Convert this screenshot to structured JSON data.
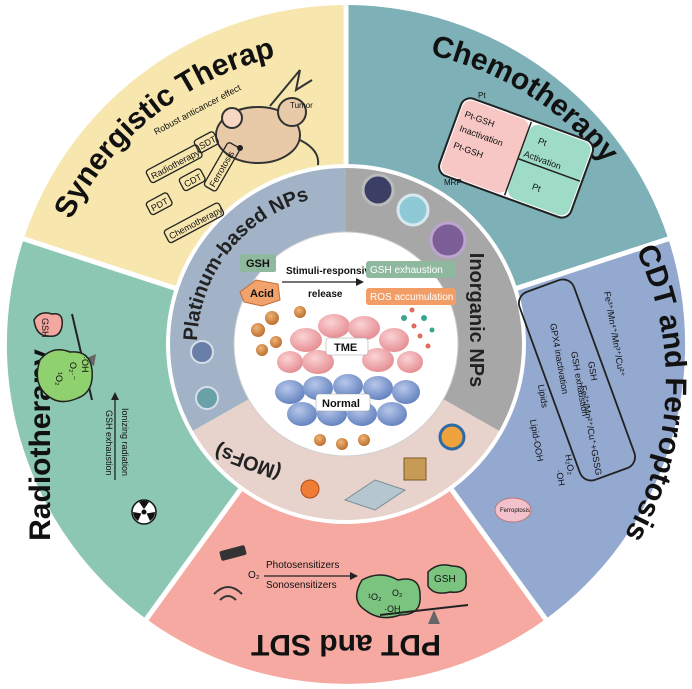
{
  "sectors": {
    "synergistic": {
      "title": "Synergistic Therapy",
      "color": "#f7e6ae",
      "mouse_label": "Tumor",
      "effect": "Robust anticancer effect",
      "boxes": [
        "Radiotherapy",
        "SDT",
        "CDT",
        "PDT",
        "Ferrotosis",
        "Chemotherapy"
      ]
    },
    "chemo": {
      "title": "Chemotherapy",
      "color": "#7eb0b8",
      "pt": "Pt",
      "pt_gsh": "Pt-GSH",
      "inactivation": "Inactivation",
      "activation": "Activation",
      "mrp": "MRP"
    },
    "cdt": {
      "title": "CDT and Ferroptosis",
      "color": "#93a9cf",
      "fe_top": "Fe³⁺/Mn⁴⁺/Mn³⁺/Cu²⁺",
      "gsh": "GSH",
      "fe_bottom": "Fe²⁺/Mn²⁺/Cu⁺+GSSG",
      "gpx4": "GPX4 inactivation",
      "gsh_exhaustion": "GSH exhaustion",
      "lipids": "Lipids",
      "lipid_ooh": "Lipid-OOH",
      "h2o2": "H₂O₂",
      "oh": "·OH",
      "ferroptosis": "Ferroptosis"
    },
    "pdt": {
      "title": "PDT and SDT",
      "color": "#f5a9a1",
      "photo": "Photosensitizers",
      "sono": "Sonosensitizers",
      "o2": "O₂",
      "singlet_o2": "¹O₂",
      "o2b": "O₂",
      "oh": "·OH",
      "gsh": "GSH"
    },
    "radio": {
      "title": "Radiotherapy",
      "color": "#8cc7b3",
      "gsh": "GSH",
      "o2m": "O₂·⁻",
      "o2s": "¹O₂",
      "oh": "·OH",
      "gsh_exhaustion": "GSH exhaustion",
      "ionizing": "Ionizing radiation"
    }
  },
  "ring": {
    "platinum": "Platinum-based NPs",
    "inorganic": "Inorganic NPs",
    "mofs": "(MOFs)"
  },
  "center": {
    "gsh": "GSH",
    "acid": "Acid",
    "stimuli": "Stimuli-responsive",
    "release": "release",
    "gsh_exhaustion": "GSH exhaustion",
    "ros": "ROS accumulation",
    "tme": "TME",
    "normal": "Normal"
  },
  "colors": {
    "ring_gray": "#a7a7a7",
    "ring_blue": "#a3b3c7",
    "ring_pink": "#e7d3cb",
    "center_bg": "#ffffff",
    "green_box": "#8fb99f",
    "orange_box": "#f29d66",
    "tme_cells": "#ec9fa3",
    "normal_cells": "#6e8cc3"
  }
}
